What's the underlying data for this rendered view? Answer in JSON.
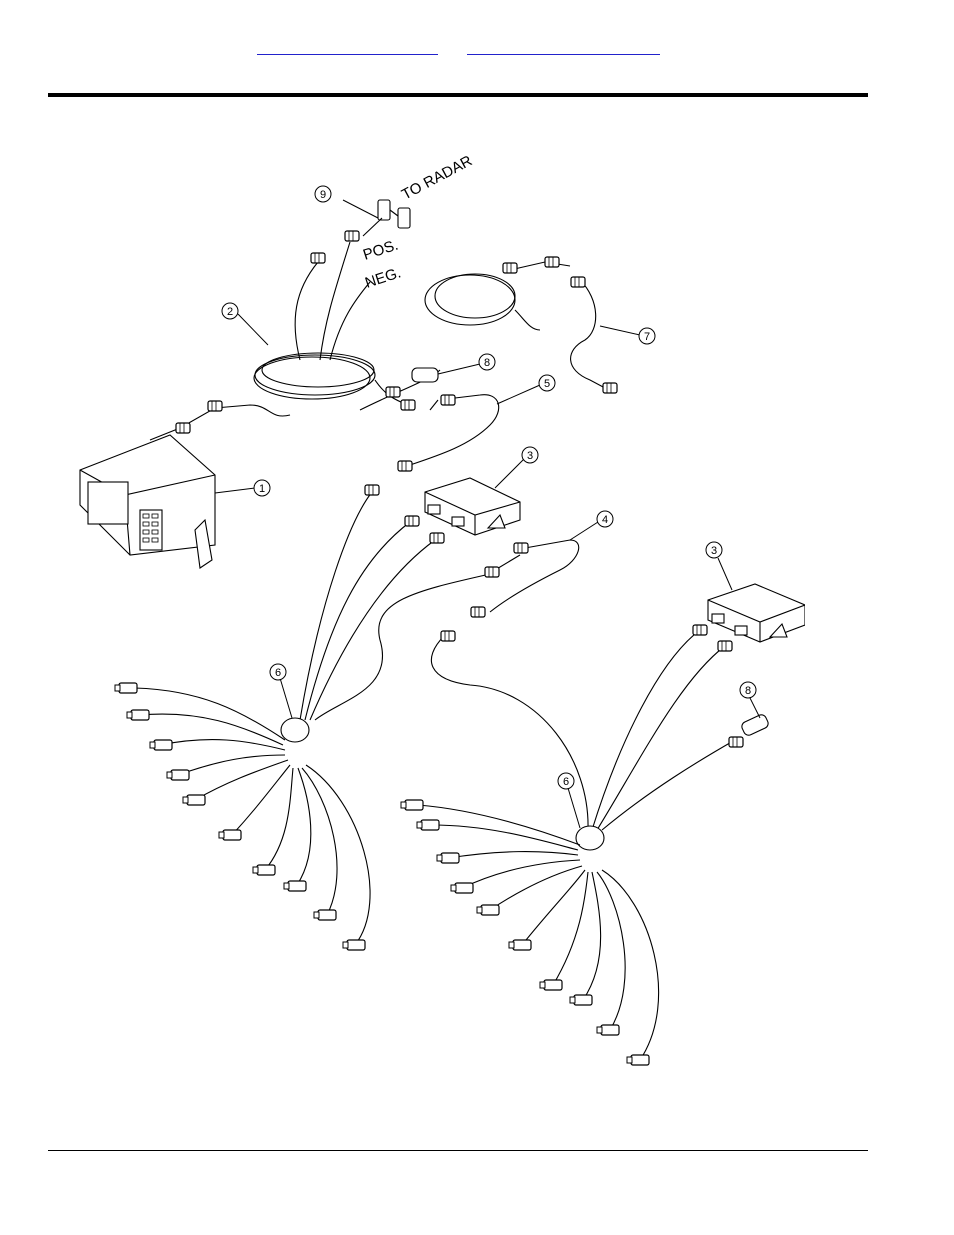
{
  "header": {
    "link_1": "",
    "link_2": ""
  },
  "figure": {
    "labels": {
      "to_radar": "TO RADAR",
      "pos": "POS.",
      "neg": "NEG."
    },
    "callouts": [
      "1",
      "2",
      "3",
      "4",
      "5",
      "6",
      "7",
      "8",
      "9",
      "3",
      "6",
      "8"
    ]
  }
}
